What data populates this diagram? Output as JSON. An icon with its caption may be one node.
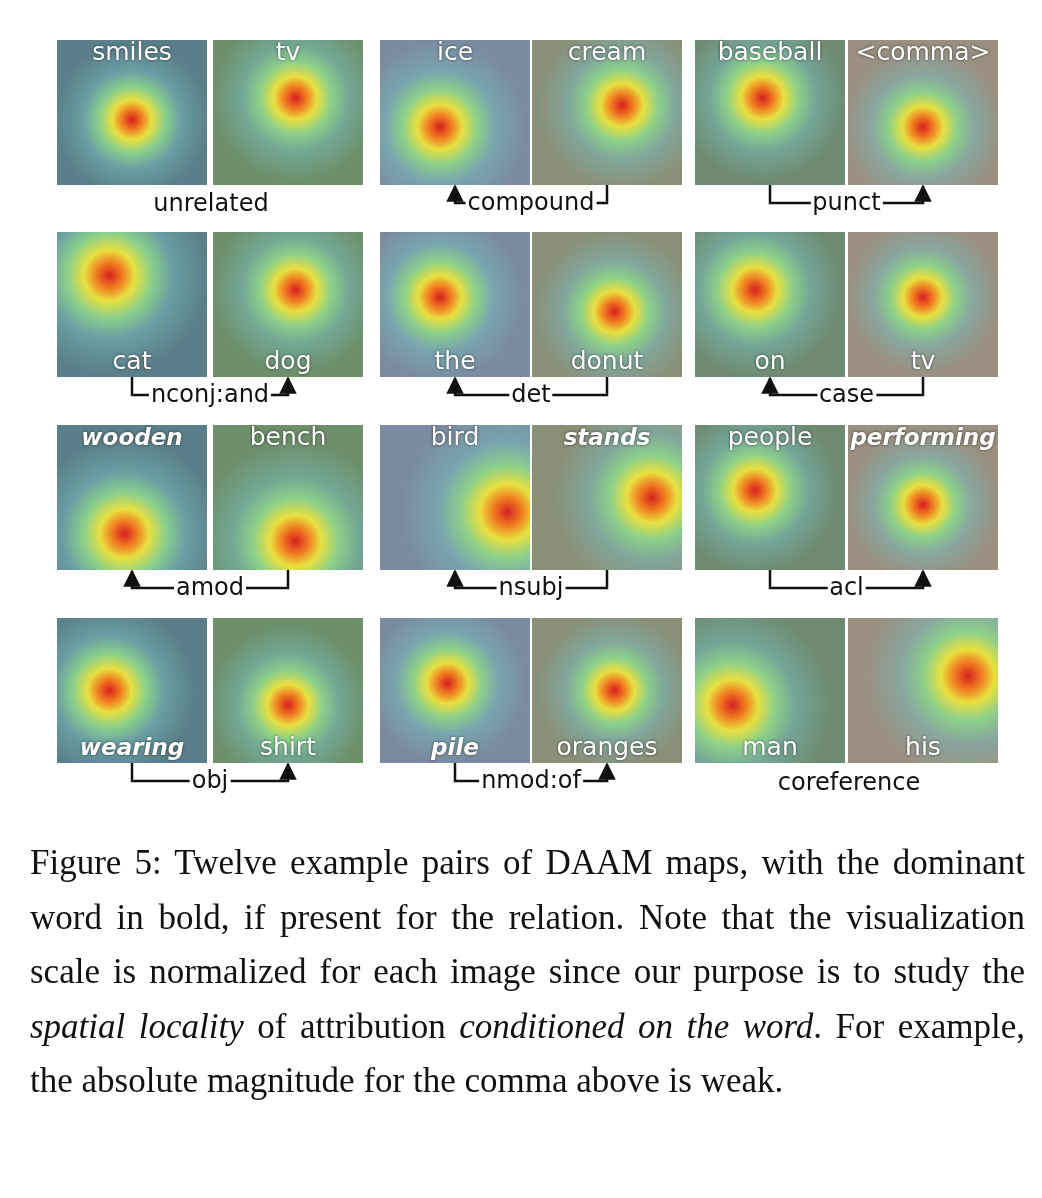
{
  "diagram": {
    "caption": "Figure 5: Twelve example pairs of DAAM maps, with the dominant word in bold, if present for the relation. Note that the visualization scale is normalized for each image since our purpose is to study the *spatial locality* of attribution *conditioned on the word*. For example, the absolute magnitude for the comma above is weak.",
    "nodes": [
      {
        "text": [
          "smiles"
        ]
      },
      {
        "text": [
          "tv"
        ]
      },
      {
        "text": [
          "ice"
        ]
      },
      {
        "text": [
          "cream"
        ]
      },
      {
        "text": [
          "baseball"
        ]
      },
      {
        "text": [
          "<comma>"
        ]
      },
      {
        "text": [
          "cat"
        ]
      },
      {
        "text": [
          "dog"
        ]
      },
      {
        "text": [
          "the"
        ]
      },
      {
        "text": [
          "donut"
        ]
      },
      {
        "text": [
          "on"
        ]
      },
      {
        "text": [
          "tv"
        ]
      },
      {
        "text": [
          "**wooden**"
        ]
      },
      {
        "text": [
          "bench"
        ]
      },
      {
        "text": [
          "bird"
        ]
      },
      {
        "text": [
          "**stands**"
        ]
      },
      {
        "text": [
          "people"
        ]
      },
      {
        "text": [
          "**performing**"
        ]
      },
      {
        "text": [
          "**wearing**"
        ]
      },
      {
        "text": [
          "shirt"
        ]
      },
      {
        "text": [
          "**pile**"
        ]
      },
      {
        "text": [
          "oranges"
        ]
      },
      {
        "text": [
          "man"
        ]
      },
      {
        "text": [
          "his"
        ]
      }
    ],
    "edges": [
      {
        "from": 3,
        "to": 2,
        "arrow": "to",
        "label": "compound"
      },
      {
        "from": 4,
        "to": 5,
        "arrow": "to",
        "label": "punct"
      },
      {
        "from": 6,
        "to": 7,
        "arrow": "to",
        "label": "nconj:and"
      },
      {
        "from": 9,
        "to": 8,
        "arrow": "to",
        "label": "det"
      },
      {
        "from": 11,
        "to": 10,
        "arrow": "to",
        "label": "case"
      },
      {
        "from": 13,
        "to": 12,
        "arrow": "to",
        "label": "amod"
      },
      {
        "from": 15,
        "to": 14,
        "arrow": "to",
        "label": "nsubj"
      },
      {
        "from": 16,
        "to": 17,
        "arrow": "to",
        "label": "acl"
      },
      {
        "from": 18,
        "to": 19,
        "arrow": "to",
        "label": "obj"
      },
      {
        "from": 20,
        "to": 21,
        "arrow": "to",
        "label": "nmod:of"
      }
    ],
    "labels": [
      "unrelated",
      "coreference"
    ]
  }
}
